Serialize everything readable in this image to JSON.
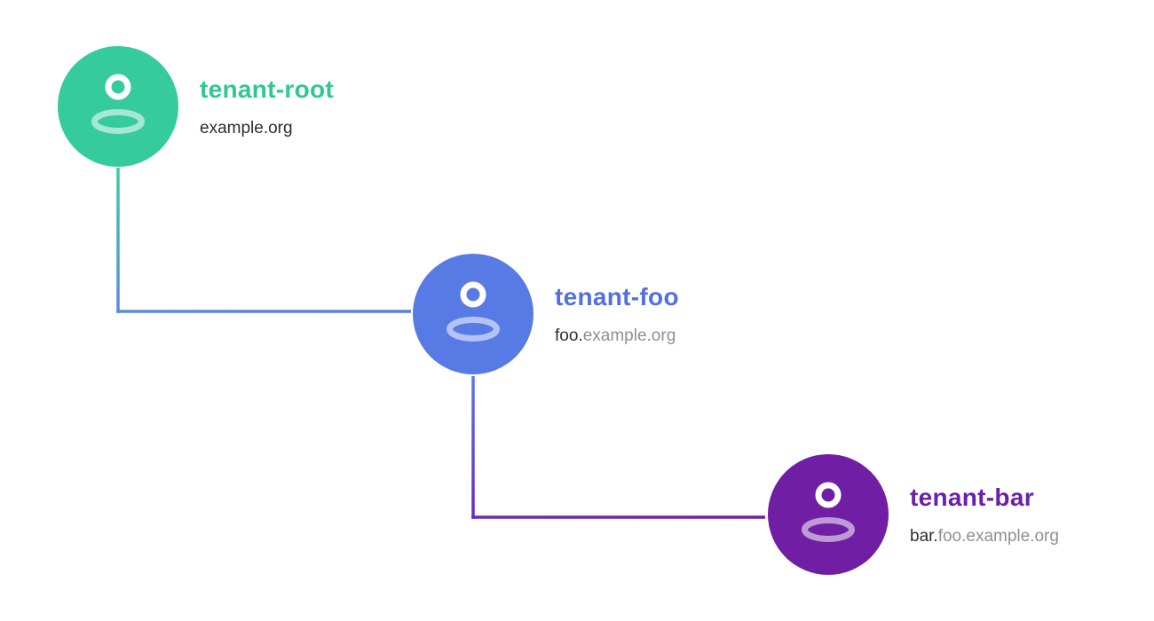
{
  "page": {
    "background_color": "#ffffff"
  },
  "diagram": {
    "description": "tenant-hierarchy-tree",
    "nodes": [
      {
        "id": "tenant-root",
        "name": "tenant-root",
        "domain_primary": "example.org",
        "domain_secondary": "",
        "circle_color": "#36CB9C",
        "label_color": "#2FC98F",
        "icon": "user-icon"
      },
      {
        "id": "tenant-foo",
        "name": "tenant-foo",
        "domain_primary": "foo.",
        "domain_secondary": "example.org",
        "circle_color": "#587AE4",
        "label_color": "#5170E2",
        "icon": "user-icon"
      },
      {
        "id": "tenant-bar",
        "name": "tenant-bar",
        "domain_primary": "bar.",
        "domain_secondary": "foo.example.org",
        "circle_color": "#701FA5",
        "label_color": "#6A21A8",
        "icon": "user-icon"
      }
    ],
    "connectors": [
      {
        "from": "tenant-root",
        "to": "tenant-foo",
        "start_color": "#3ECDA2",
        "corner_color": "#5B8ADF",
        "end_color": "#5A7DE4"
      },
      {
        "from": "tenant-foo",
        "to": "tenant-bar",
        "start_color": "#5C78E3",
        "corner_color": "#6C2ABC",
        "end_color": "#701FA5"
      }
    ],
    "text_colors": {
      "domain_primary": "#2E2E2E",
      "domain_secondary": "#909090"
    },
    "icon_colors": {
      "head_stroke": "#ffffff",
      "body_stroke": "rgba(255,255,255,0.55)"
    }
  }
}
